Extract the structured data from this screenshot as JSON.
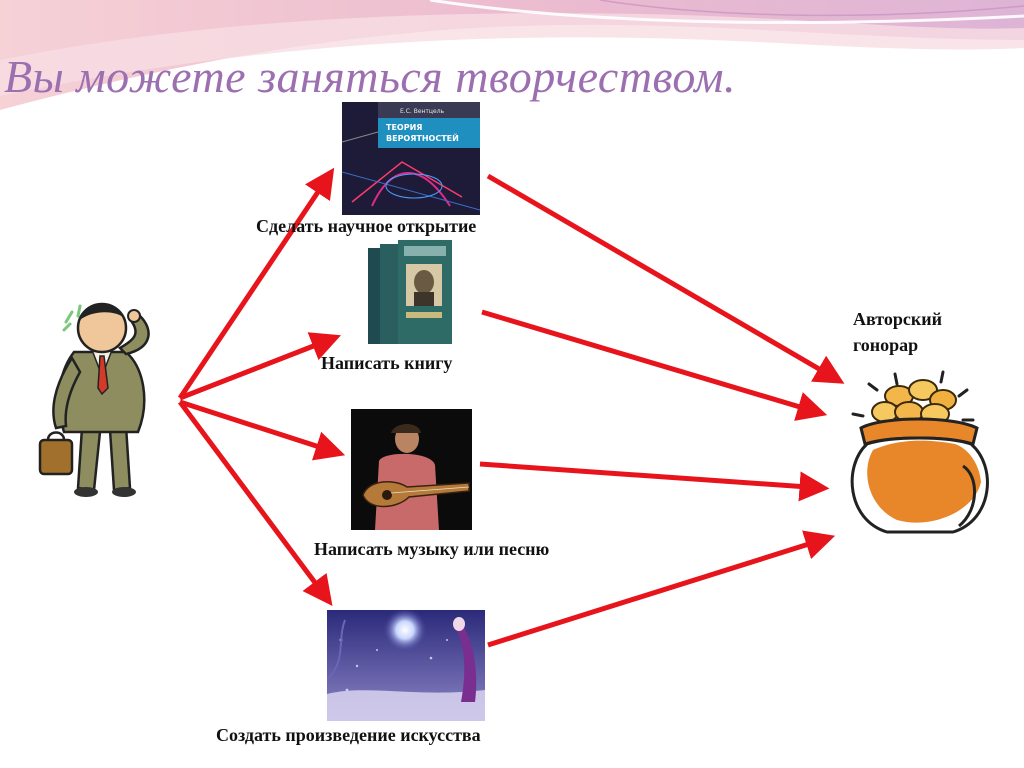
{
  "slide": {
    "title": "Вы можете заняться творчеством."
  },
  "person": {
    "icon": "businessman-thinking-icon"
  },
  "activities": [
    {
      "label": "Сделать научное открытие",
      "image": "probability-theory-book-cover"
    },
    {
      "label": "Написать книгу",
      "image": "book-volumes"
    },
    {
      "label": "Написать музыку или песню",
      "image": "man-playing-guitar"
    },
    {
      "label": "Создать произведение искусства",
      "image": "fantasy-night-artwork"
    }
  ],
  "outcome": {
    "label": "Авторский гонорар",
    "icon": "pot-of-gold-coins-icon"
  },
  "book_cover": {
    "author": "Е.С. Вентцель",
    "title_line1": "ТЕОРИЯ",
    "title_line2": "ВЕРОЯТНОСТЕЙ"
  },
  "colors": {
    "arrow": "#e8141c",
    "title": "#9b6fb0",
    "pot": "#e8862a"
  }
}
